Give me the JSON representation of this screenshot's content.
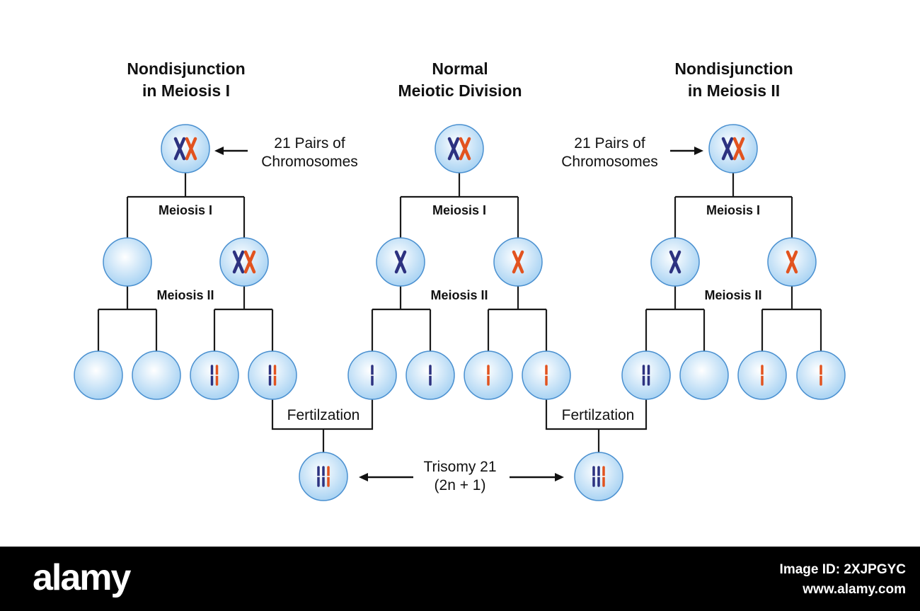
{
  "headings": {
    "left": [
      "Nondisjunction",
      "in Meiosis I"
    ],
    "center": [
      "Normal",
      "Meiotic Division"
    ],
    "right": [
      "Nondisjunction",
      "in Meiosis II"
    ]
  },
  "labels": {
    "pairs_left": [
      "21 Pairs of",
      "Chromosomes"
    ],
    "pairs_right": [
      "21 Pairs of",
      "Chromosomes"
    ],
    "meiosis_1": "Meiosis I",
    "meiosis_2": "Meiosis II",
    "fertilization_left": "Fertilzation",
    "fertilization_right": "Fertilzation",
    "trisomy": [
      "Trisomy 21",
      "(2n + 1)"
    ]
  },
  "colors": {
    "maternal": "#2d3280",
    "paternal": "#e2531f",
    "cell_fill": "#cfe6f8",
    "cell_stroke": "#4a90d0",
    "line": "#1a1a1a"
  },
  "footer": {
    "brand": "alamy",
    "image_id": "Image ID: 2XJPGYC",
    "site": "www.alamy.com"
  }
}
